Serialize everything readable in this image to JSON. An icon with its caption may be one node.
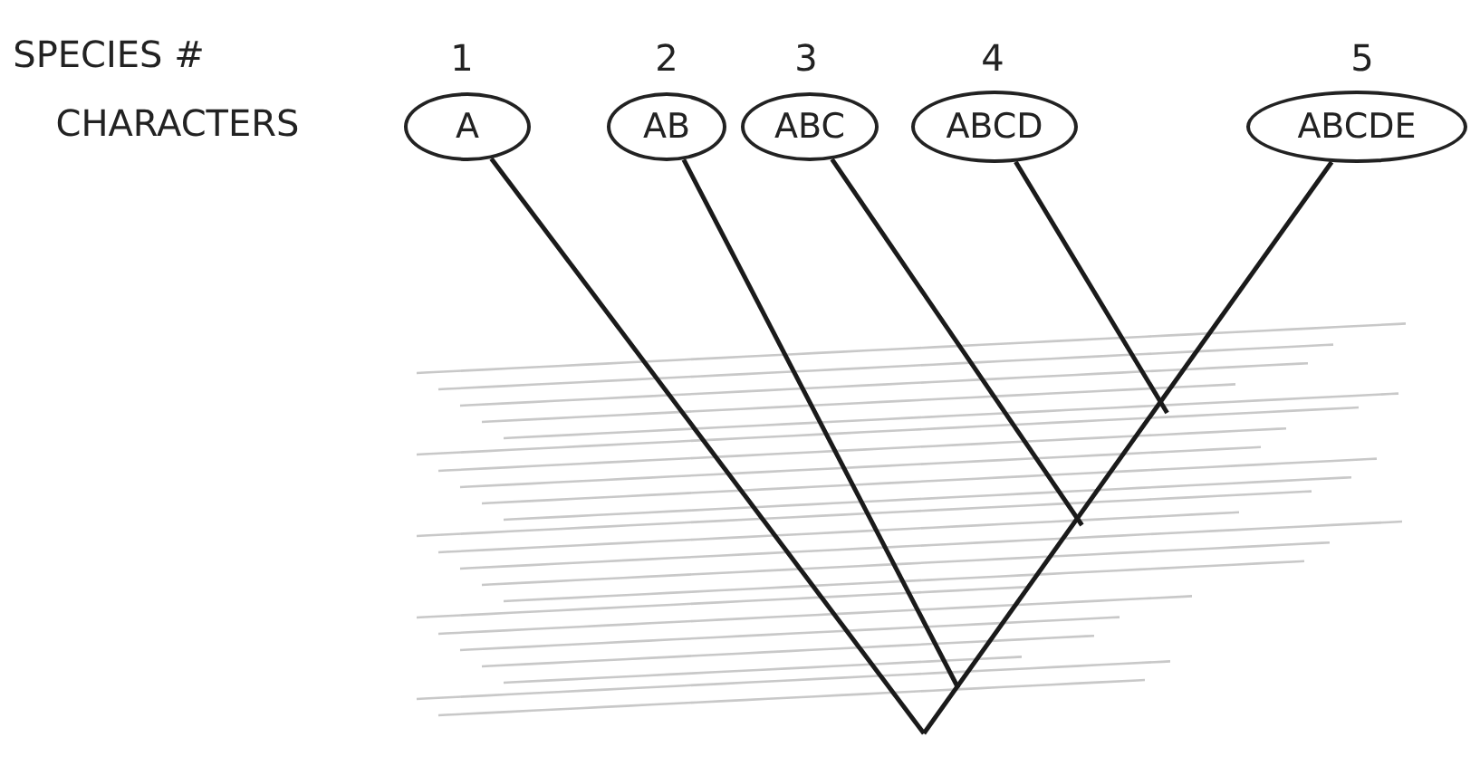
{
  "diagram": {
    "nodes": [
      {
        "text": [
          "A"
        ]
      },
      {
        "text": [
          "AB"
        ]
      },
      {
        "text": [
          "ABC"
        ]
      },
      {
        "text": [
          "ABCD"
        ]
      },
      {
        "text": [
          "ABCDE"
        ]
      }
    ],
    "edges": [
      {
        "from": 0,
        "to": null,
        "arrow": "none"
      },
      {
        "from": 1,
        "to": null,
        "arrow": "none"
      },
      {
        "from": 2,
        "to": null,
        "arrow": "none"
      },
      {
        "from": 3,
        "to": null,
        "arrow": "none"
      },
      {
        "from": 4,
        "to": null,
        "arrow": "none"
      }
    ],
    "labels": [
      "SPECIES #",
      "1",
      "2",
      "3",
      "4",
      "5",
      "CHARACTERS"
    ]
  }
}
